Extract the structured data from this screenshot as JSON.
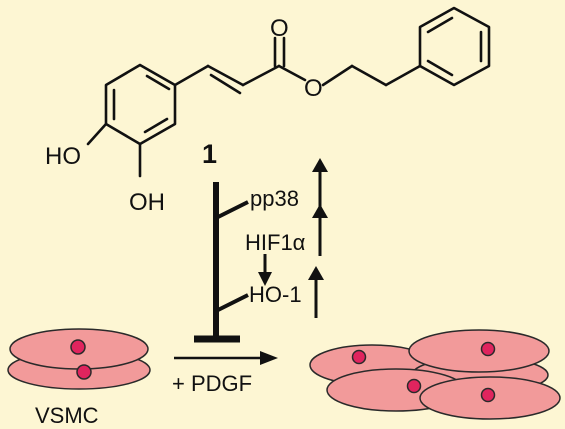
{
  "colors": {
    "background": "#fdf6d3",
    "cell_fill": "#f29a9a",
    "cell_stroke": "#2a2a2a",
    "nucleus_fill": "#e0245e",
    "ink": "#111111"
  },
  "molecule": {
    "oxygen_label": "O",
    "ester_oxygen_label": "O",
    "hydroxyl_para": "HO",
    "hydroxyl_meta": "OH",
    "compound_number": "1"
  },
  "pathway": {
    "targets": [
      {
        "label": "pp38",
        "direction": "up"
      },
      {
        "label": "HIF1α",
        "direction": "up"
      },
      {
        "label": "HO-1",
        "direction": "up"
      }
    ],
    "hif_to_ho1_arrow": "down",
    "inhibition_symbol": "inhibits-proliferation"
  },
  "cells": {
    "left_label": "VSMC",
    "treatment_label": "+ PDGF"
  }
}
